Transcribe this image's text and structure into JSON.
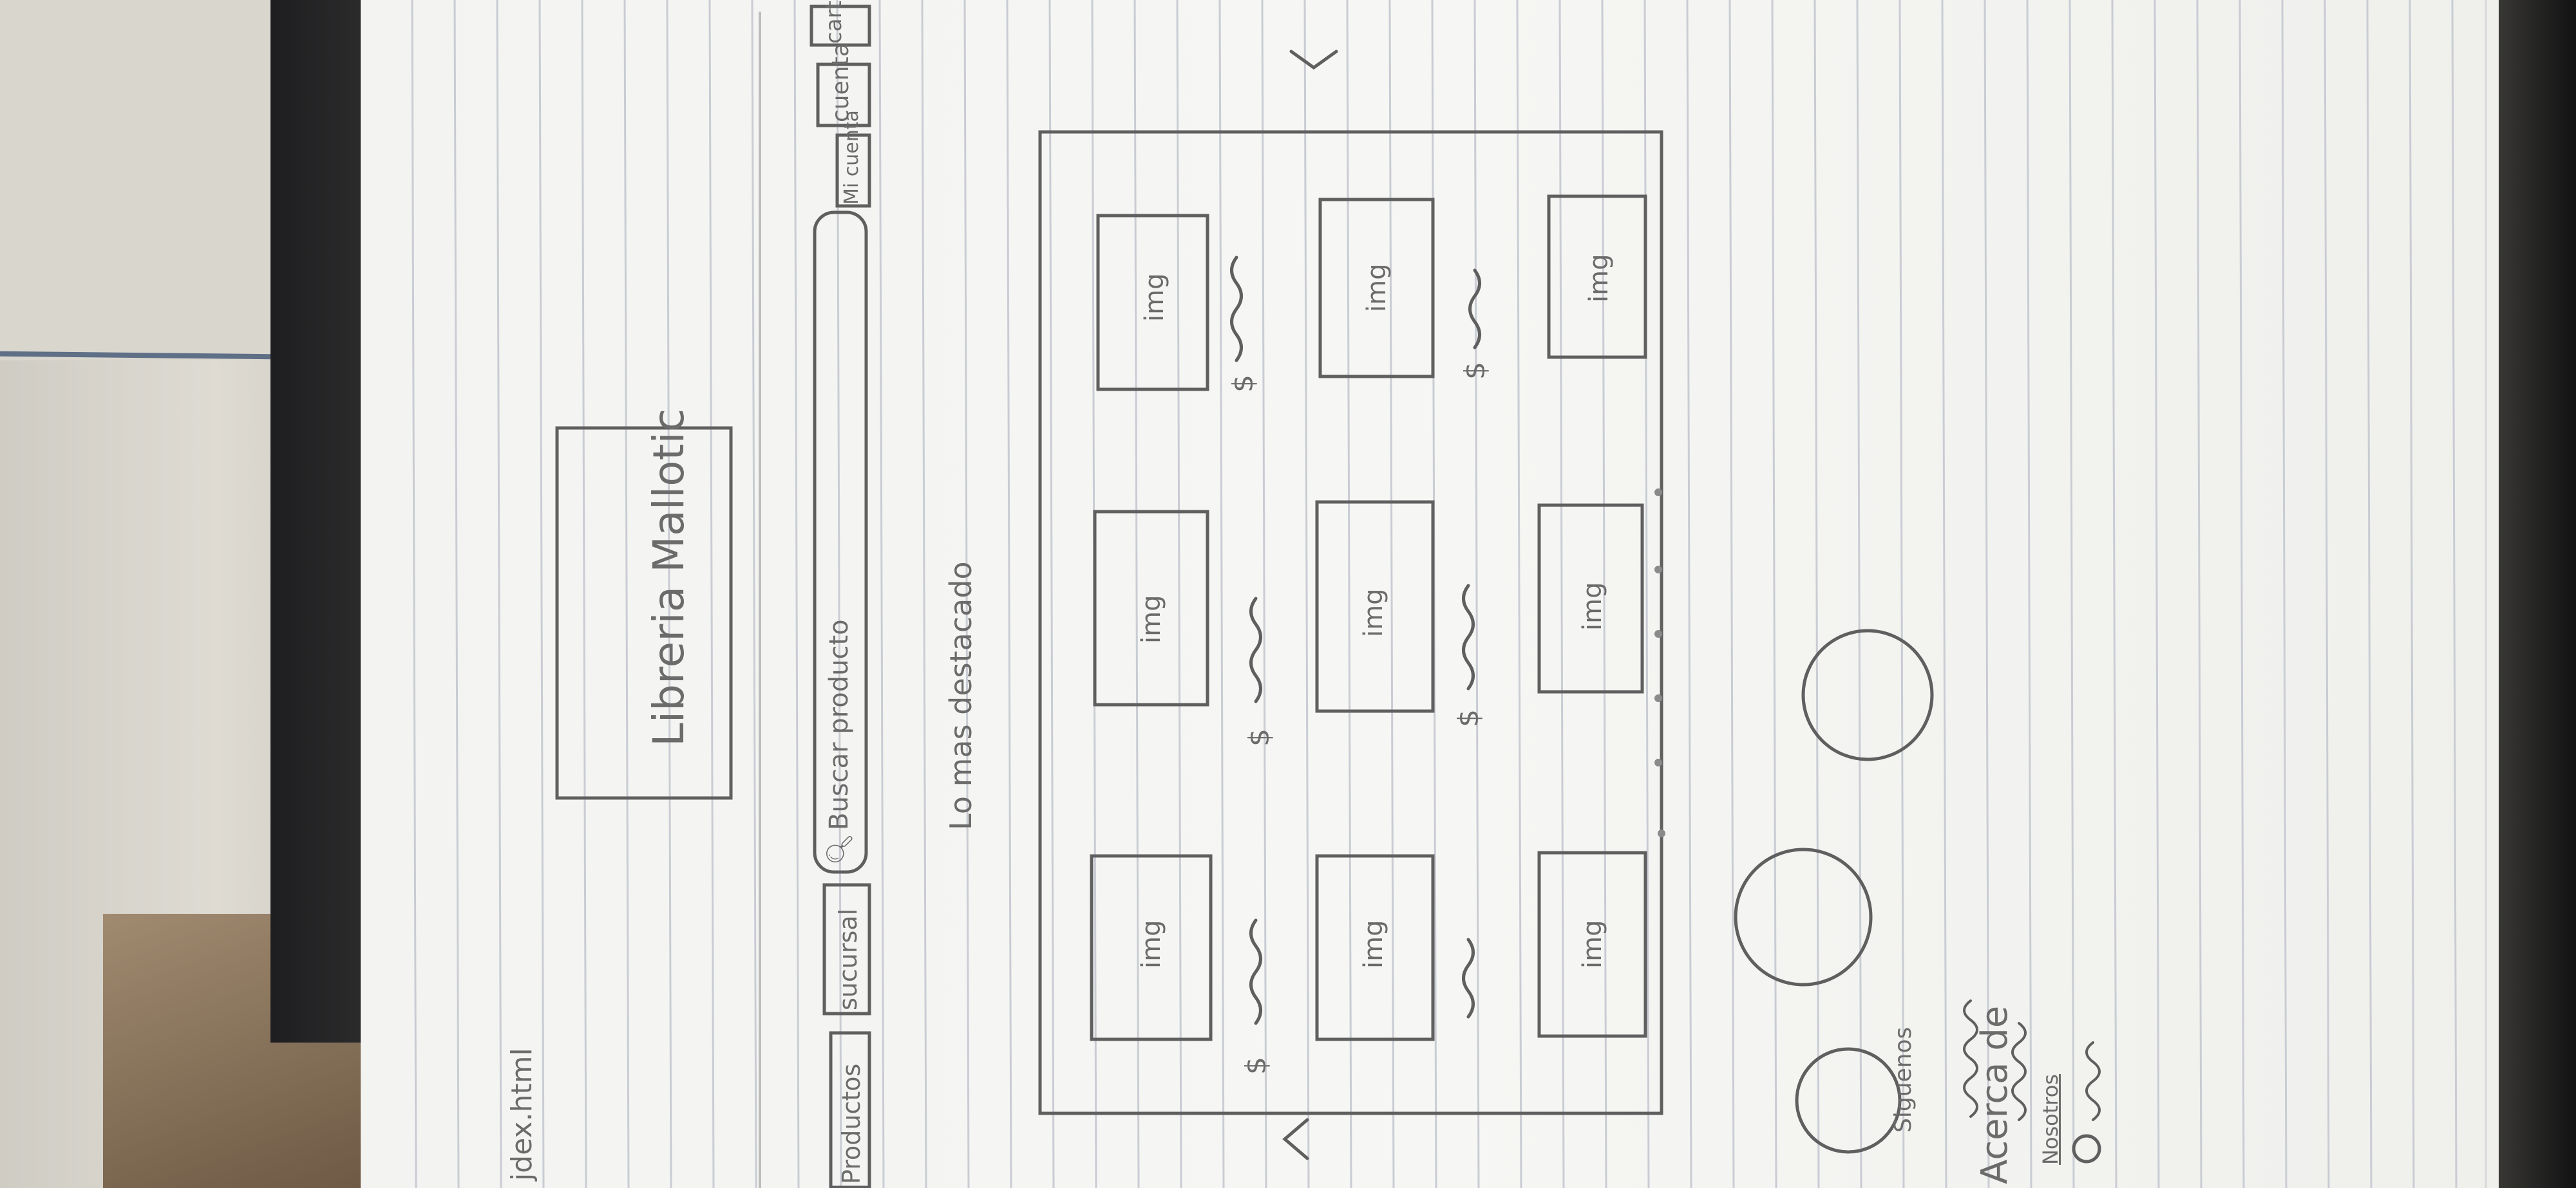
{
  "sketch": {
    "corner_note": "jdex.html",
    "header_logo": "Libreria Mallotic",
    "nav": [
      "Productos",
      "sucursal",
      "Mi cuenta",
      "cuenta",
      "cart"
    ],
    "search_label": "Buscar producto",
    "featured_title": "Lo mas destacado",
    "product_placeholder": "img",
    "price_symbol": "$",
    "sections": {
      "social": "Siguenos",
      "about": "Acerca de",
      "about_link": "Nosotros"
    },
    "arrows": {
      "prev": "<",
      "next": ">"
    }
  }
}
